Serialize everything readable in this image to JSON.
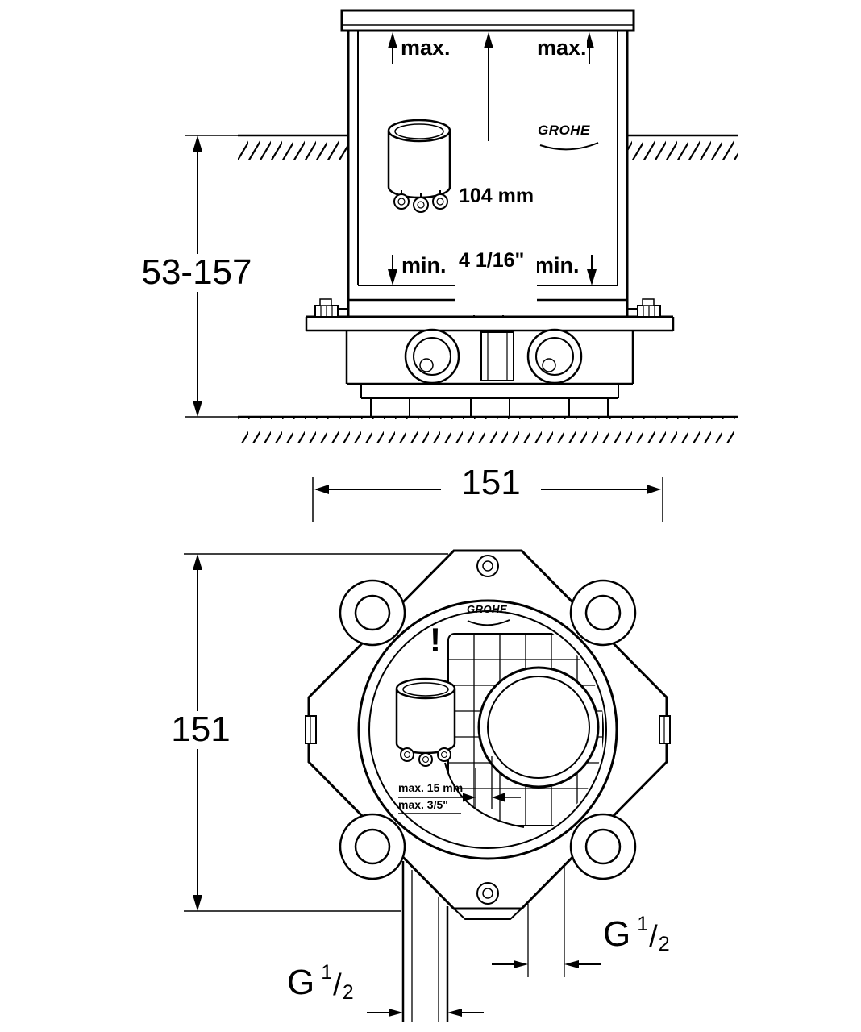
{
  "drawing": {
    "brand": "GROHE",
    "background_color": "#ffffff",
    "line_color": "#000000"
  },
  "top_view": {
    "labels": {
      "max_left": "max.",
      "max_right": "max.",
      "min_left": "min.",
      "min_right": "min.",
      "depth_mm": "104 mm",
      "depth_inch": "4 1/16\"",
      "height_range": "53-157"
    }
  },
  "plan_view": {
    "labels": {
      "width": "151",
      "height": "151",
      "warning": "!",
      "note_mm": "max. 15 mm",
      "note_inch": "max. 3/5\"",
      "thread_left": {
        "prefix": "G",
        "numerator": "1",
        "separator": "/",
        "denominator": "2"
      },
      "thread_right": {
        "prefix": "G",
        "numerator": "1",
        "separator": "/",
        "denominator": "2"
      }
    }
  }
}
